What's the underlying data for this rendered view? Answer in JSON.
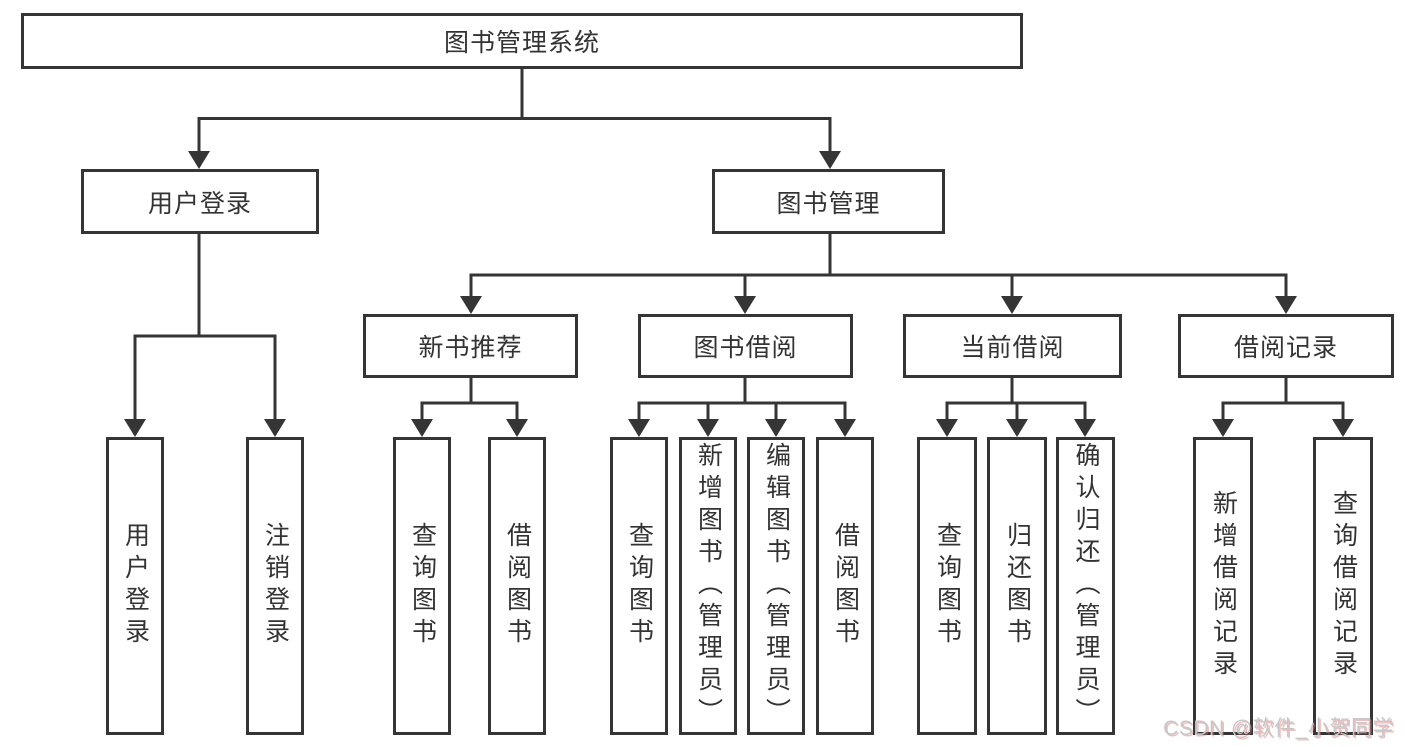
{
  "diagram_type": "function-structure-tree",
  "colors": {
    "line": "#353535",
    "box_border": "#353535",
    "text": "#333333",
    "background": "#ffffff",
    "watermark_text": "#c7c7c7"
  },
  "tree": {
    "label": "图书管理系统",
    "children": [
      {
        "label": "用户登录",
        "children": [
          {
            "label": "用户登录"
          },
          {
            "label": "注销登录"
          }
        ]
      },
      {
        "label": "图书管理",
        "children": [
          {
            "label": "新书推荐",
            "children": [
              {
                "label": "查询图书"
              },
              {
                "label": "借阅图书"
              }
            ]
          },
          {
            "label": "图书借阅",
            "children": [
              {
                "label": "查询图书"
              },
              {
                "label": "新增图书（管理员）"
              },
              {
                "label": "编辑图书（管理员）"
              },
              {
                "label": "借阅图书"
              }
            ]
          },
          {
            "label": "当前借阅",
            "children": [
              {
                "label": "查询图书"
              },
              {
                "label": "归还图书"
              },
              {
                "label": "确认归还（管理员）"
              }
            ]
          },
          {
            "label": "借阅记录",
            "children": [
              {
                "label": "新增借阅记录"
              },
              {
                "label": "查询借阅记录"
              }
            ]
          }
        ]
      }
    ]
  },
  "watermark": {
    "text": "CSDN @软件_小贺同学"
  }
}
